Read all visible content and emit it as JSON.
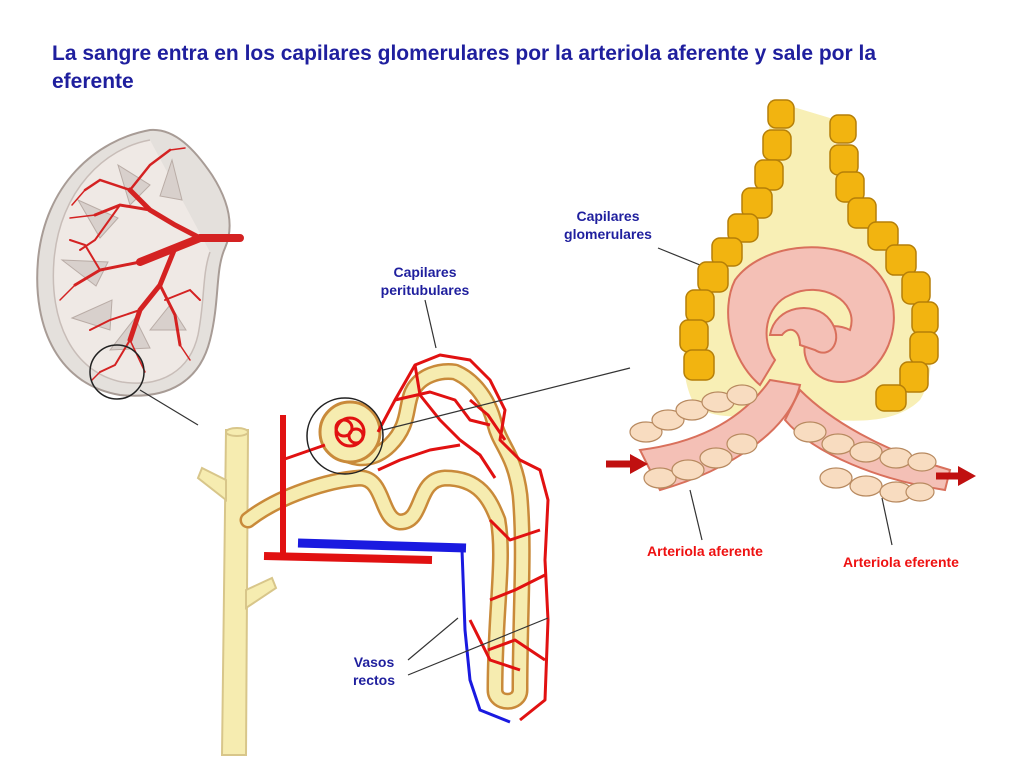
{
  "title": "La sangre entra en los capilares glomerulares por la arteriola aferente y sale por la eferente",
  "labels": {
    "capilares_glomerulares": "Capilares\nglomerulares",
    "capilares_peritubulares": "Capilares\nperitubulares",
    "vasos_rectos": "Vasos\nrectos",
    "arteriola_aferente": "Arteriola aferente",
    "arteriola_eferente": "Arteriola eferente"
  },
  "colors": {
    "title": "#1f1f9e",
    "artery": "#e11111",
    "vein": "#1a1ae0",
    "tubule": "#f6ecb0",
    "tubule_outline": "#c98a3a",
    "capsule_cells": "#f2b410",
    "capillary": "#f4b5ab"
  },
  "icons": [
    "kidney-illustration",
    "nephron-diagram",
    "glomerulus-diagram",
    "flow-arrow-in",
    "flow-arrow-out"
  ]
}
